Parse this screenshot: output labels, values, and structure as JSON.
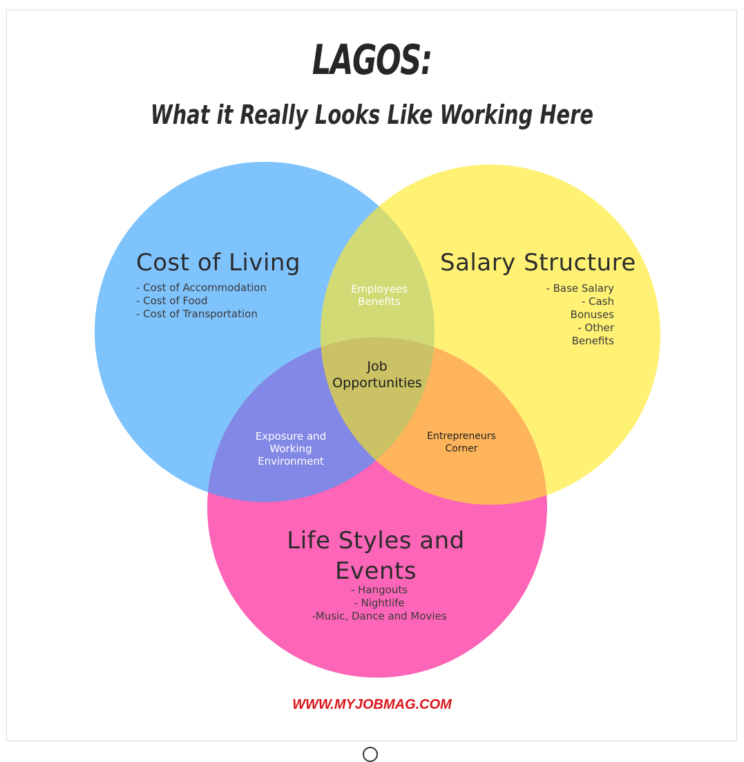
{
  "title": "LAGOS:",
  "subtitle": "What it Really Looks Like Working Here",
  "colors": {
    "cost_of_living": "#7fc3fd",
    "salary_structure": "#fef174",
    "life_styles": "#fc65b8",
    "employees_benefits": "#d1da74",
    "exposure": "#8188e5",
    "entrepreneurs": "#fdb45a",
    "center": "#cbc266",
    "footer": "#d9151b"
  },
  "sets": {
    "cost_of_living": {
      "title": "Cost of Living",
      "items": "- Cost of Accommodation\n- Cost of Food\n- Cost of Transportation"
    },
    "salary_structure": {
      "title": "Salary Structure",
      "items": "- Base Salary\n- Cash Bonuses\n- Other Benefits"
    },
    "life_styles": {
      "title": "Life Styles and\nEvents",
      "items": "- Hangouts\n- Nightlife\n-Music, Dance and Movies"
    }
  },
  "overlaps": {
    "employees_benefits": "Employees\nBenefits",
    "exposure": "Exposure and\nWorking\nEnvironment",
    "entrepreneurs": "Entrepreneurs\nCorner",
    "center": "Job\nOpportunities"
  },
  "footer": "WWW.MYJOBMAG.COM"
}
